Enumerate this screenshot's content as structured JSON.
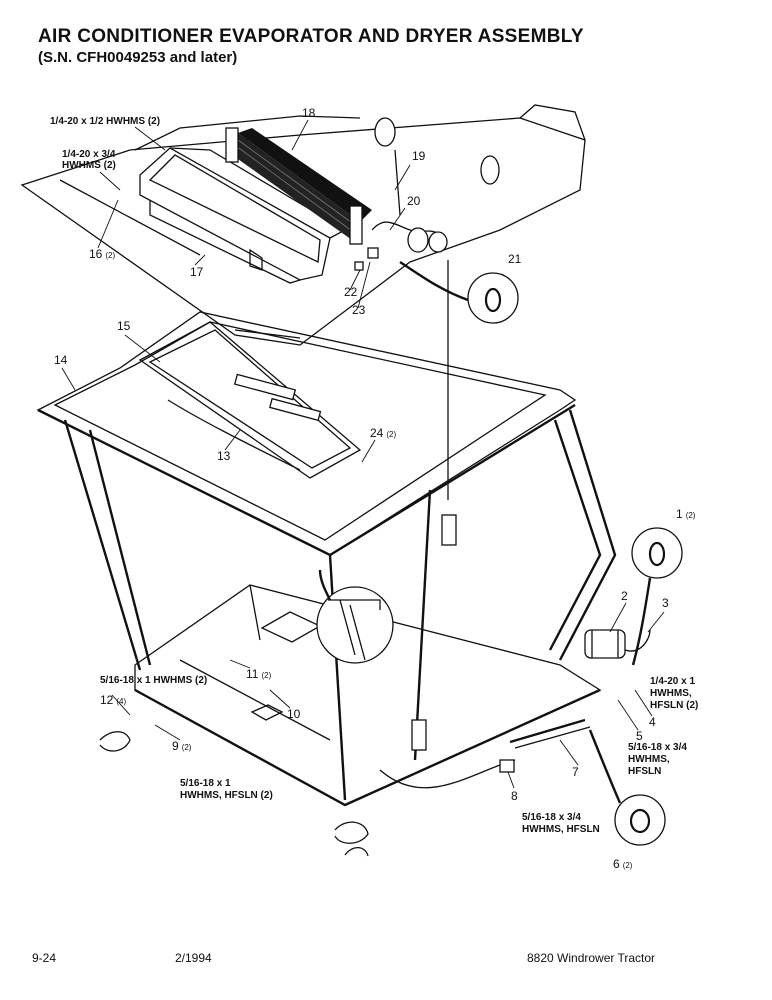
{
  "header": {
    "title": "AIR CONDITIONER EVAPORATOR AND DRYER ASSEMBLY",
    "subtitle": "(S.N. CFH0049253 and later)"
  },
  "hardware": {
    "h1": "1/4-20 x 1/2 HWHMS (2)",
    "h2a": "1/4-20 x 3/4",
    "h2b": "HWHMS (2)",
    "h3": "5/16-18 x 1 HWHMS (2)",
    "h4a": "5/16-18 x 1",
    "h4b": "HWHMS, HFSLN (2)",
    "h5a": "1/4-20 x 1",
    "h5b": "HWHMS,",
    "h5c": "HFSLN (2)",
    "h6a": "5/16-18 x 3/4",
    "h6b": "HWHMS,",
    "h6c": "HFSLN",
    "h7a": "5/16-18 x 3/4",
    "h7b": "HWHMS, HFSLN"
  },
  "callouts": {
    "c1": "1",
    "c1q": "(2)",
    "c2": "2",
    "c3": "3",
    "c4": "4",
    "c5": "5",
    "c6": "6",
    "c6q": "(2)",
    "c7": "7",
    "c8": "8",
    "c9": "9",
    "c9q": "(2)",
    "c10": "10",
    "c11": "11",
    "c11q": "(2)",
    "c12": "12",
    "c12q": "(4)",
    "c13": "13",
    "c14": "14",
    "c15": "15",
    "c16": "16",
    "c16q": "(2)",
    "c17": "17",
    "c18": "18",
    "c19": "19",
    "c20": "20",
    "c21": "21",
    "c22": "22",
    "c23": "23",
    "c24": "24",
    "c24q": "(2)"
  },
  "footer": {
    "page": "9-24",
    "date": "2/1994",
    "model": "8820 Windrower Tractor"
  }
}
